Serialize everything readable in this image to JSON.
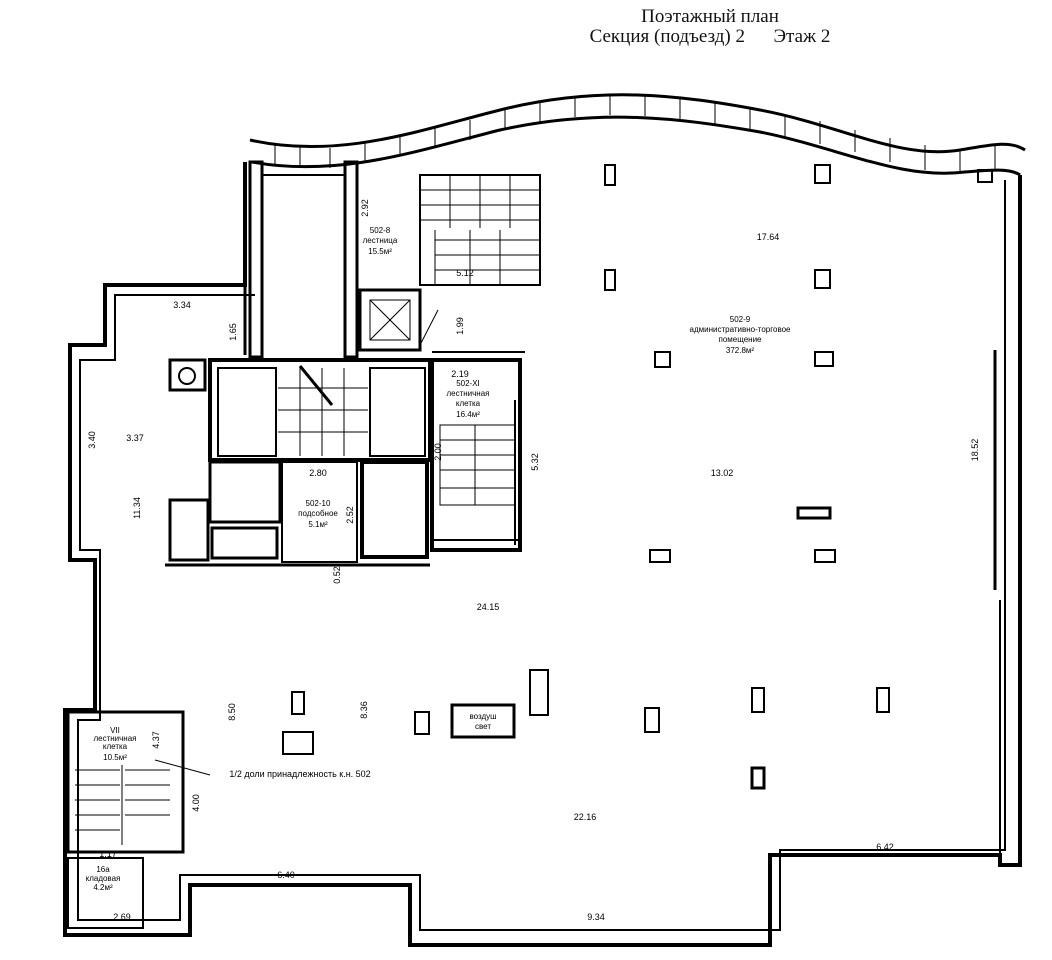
{
  "header": {
    "title": "Поэтажный план",
    "section": "Секция (подъезд) 2",
    "floor": "Этаж 2"
  },
  "rooms": {
    "main": {
      "number": "502-9",
      "name_line1": "административно-торговое",
      "name_line2": "помещение",
      "area": "372.8м²"
    },
    "stair_b": {
      "number": "502-8",
      "name": "лестница",
      "area": "15.5м²"
    },
    "stair_11": {
      "number": "502-XI",
      "name_line1": "лестничная",
      "name_line2": "клетка",
      "area": "16.4м²"
    },
    "hall_10": {
      "number": "502-10",
      "name": "подсобное",
      "area": "5.1м²"
    },
    "stair_7": {
      "number": "VII",
      "name_line1": "лестничная",
      "name_line2": "клетка",
      "area": "10.5м²"
    },
    "storage_16": {
      "number": "16а",
      "name": "кладовая",
      "area": "4.2м²"
    }
  },
  "dimensions": {
    "d_17_64": "17.64",
    "d_13_02": "13.02",
    "d_18_52": "18.52",
    "d_24_15": "24.15",
    "d_22_16": "22.16",
    "d_6_42": "6.42",
    "d_6_40": "6.40",
    "d_9_34": "9.34",
    "d_2_69": "2.69",
    "d_3_34": "3.34",
    "d_3_37": "3.37",
    "d_3_40": "3.40",
    "d_11_34": "11.34",
    "d_1_65": "1.65",
    "d_2_92": "2.92",
    "d_5_12": "5.12",
    "d_1_99": "1.99",
    "d_2_19": "2.19",
    "d_5_32": "5.32",
    "d_2_80": "2.80",
    "d_2_52": "2.52",
    "d_2_00": "2.00",
    "d_8_50": "8.50",
    "d_8_36": "8.36",
    "d_4_37": "4.37",
    "d_4_00": "4.00",
    "d_0_52": "0.52",
    "d_1_17": "1.17"
  },
  "annotations": {
    "share_note": "1/2 доли принадлежность к.н. 502",
    "shaft_label_1": "воздуш",
    "shaft_label_2": "свет"
  }
}
